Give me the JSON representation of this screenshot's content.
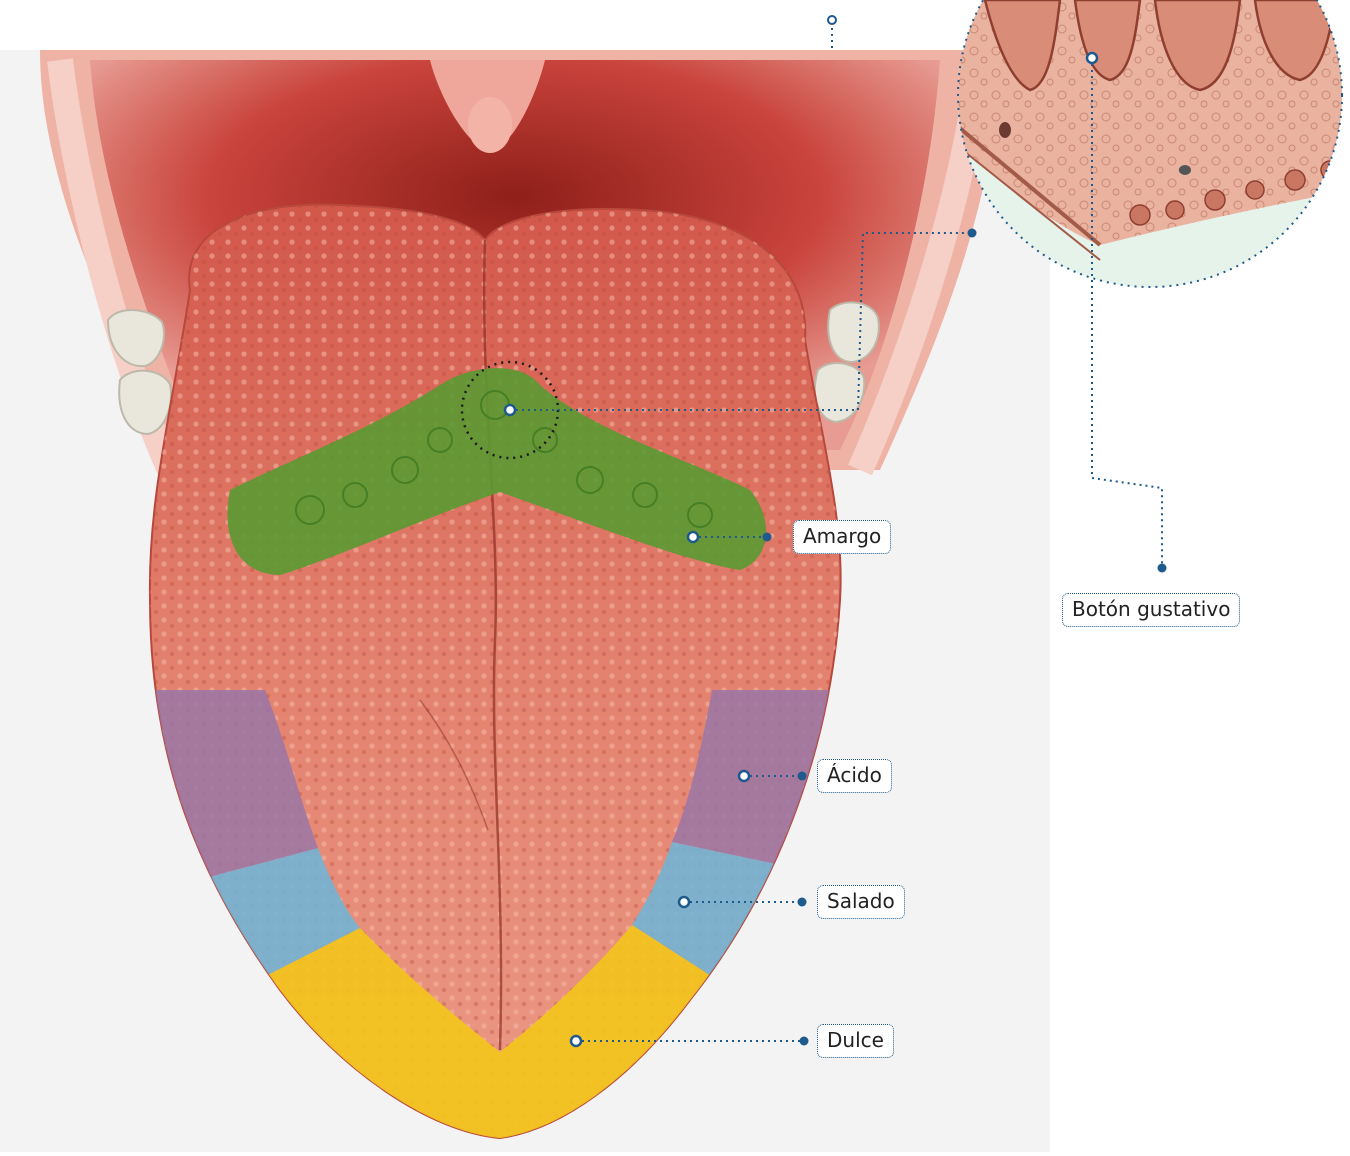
{
  "labels": {
    "amargo": "Amargo",
    "acido": "Ácido",
    "salado": "Salado",
    "dulce": "Dulce",
    "boton": "Botón gustativo"
  },
  "colors": {
    "leader": "#1e5a8c",
    "amargo": "#5a9a32",
    "acido": "#9a76a6",
    "salado": "#6fb4d6",
    "dulce": "#f2c41c",
    "tongue": "#e07d6a",
    "mouth": "#c9443c",
    "backdrop": "#f4f4f4",
    "inset_bg": "#e6f3ea",
    "inset_tissue": "#eab3a0"
  }
}
